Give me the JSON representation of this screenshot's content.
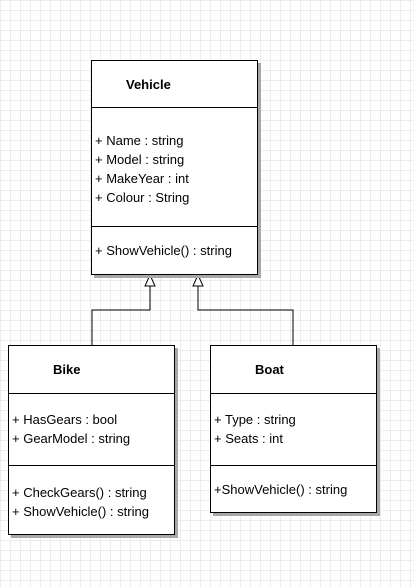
{
  "classes": {
    "vehicle": {
      "name": "Vehicle",
      "attributes": [
        "+ Name : string",
        "+ Model : string",
        "+ MakeYear : int",
        "+ Colour : String"
      ],
      "methods": [
        "+ ShowVehicle() : string"
      ]
    },
    "bike": {
      "name": "Bike",
      "attributes": [
        "+ HasGears : bool",
        "+ GearModel : string"
      ],
      "methods": [
        "+ CheckGears() : string",
        "+ ShowVehicle() : string"
      ]
    },
    "boat": {
      "name": "Boat",
      "attributes": [
        "+ Type : string",
        "+ Seats : int"
      ],
      "methods": [
        "+ShowVehicle() : string"
      ]
    }
  },
  "relations": [
    {
      "type": "generalization",
      "from": "Bike",
      "to": "Vehicle"
    },
    {
      "type": "generalization",
      "from": "Boat",
      "to": "Vehicle"
    }
  ]
}
